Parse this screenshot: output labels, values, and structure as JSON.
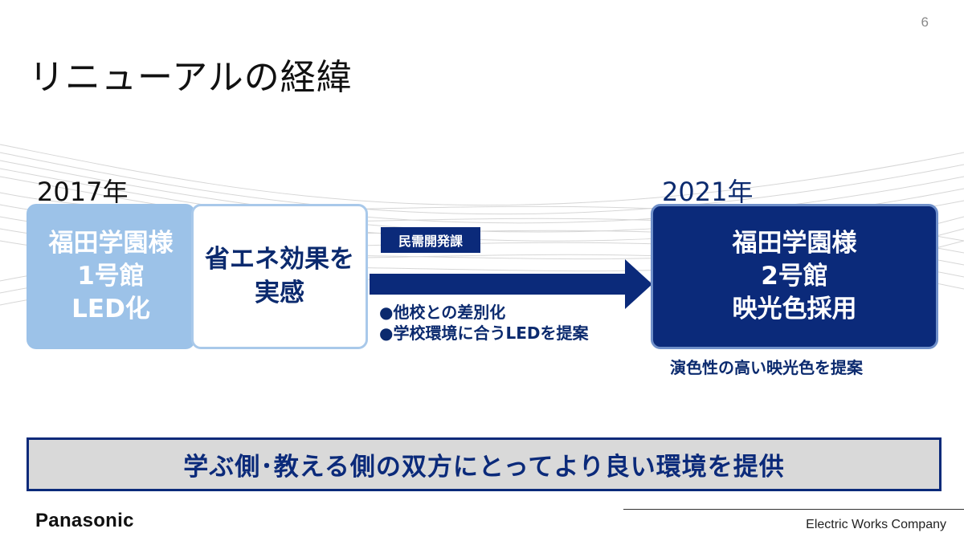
{
  "slide": {
    "page_number": "6",
    "title": "リニューアルの経緯"
  },
  "timeline": {
    "start_year": "2017年",
    "end_year": "2021年"
  },
  "building1": {
    "lines": [
      "福田学園様",
      "1号館",
      "LED化"
    ]
  },
  "effect": {
    "lines": [
      "省エネ効果を",
      "実感"
    ]
  },
  "transition": {
    "department_label": "民需開発課",
    "bullets": [
      "●他校との差別化",
      "●学校環境に合うLEDを提案"
    ]
  },
  "building2": {
    "lines": [
      "福田学園様",
      "2号館",
      "映光色採用"
    ],
    "note": "演色性の高い映光色を提案"
  },
  "summary": {
    "text": "学ぶ側･教える側の双方にとってより良い環境を提供"
  },
  "footer": {
    "logo": "Panasonic",
    "company": "Electric Works Company"
  },
  "colors": {
    "navy": "#0b2a7a",
    "light_blue": "#9cc2e8",
    "banner_gray": "#d9d9d9"
  }
}
